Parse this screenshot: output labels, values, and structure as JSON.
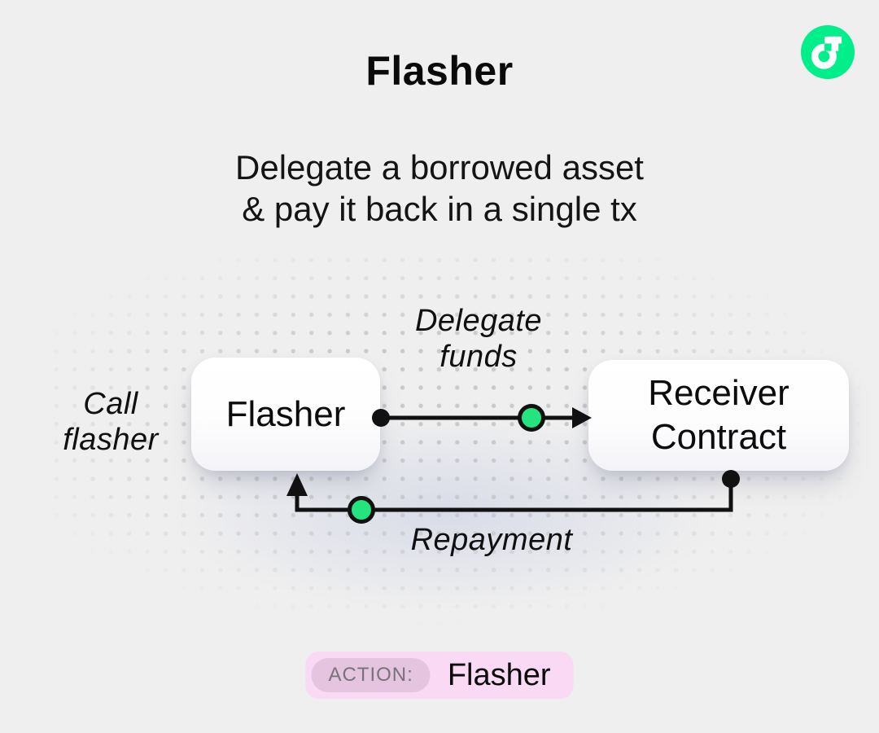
{
  "header": {
    "title": "Flasher"
  },
  "logo": {
    "name": "flow-logo"
  },
  "subtitle": {
    "line1": "Delegate a borrowed asset",
    "line2": "& pay it back in a single tx"
  },
  "diagram": {
    "left_label": {
      "line1": "Call",
      "line2": "flasher"
    },
    "nodes": {
      "flasher": {
        "label": "Flasher"
      },
      "receiver": {
        "line1": "Receiver",
        "line2": "Contract"
      }
    },
    "edges": {
      "delegate": {
        "line1": "Delegate",
        "line2": "funds"
      },
      "repayment": {
        "label": "Repayment"
      }
    }
  },
  "action_badge": {
    "label": "ACTION:",
    "value": "Flasher"
  },
  "colors": {
    "background": "#EFEFEF",
    "flow_green": "#00EF8B",
    "marker_green": "#24E47F",
    "line_black": "#111111",
    "badge_outer": "#F9D9F4",
    "badge_inner": "#E5C4E0",
    "badge_label_text": "#78737A",
    "dot_grid": "#C9C9CC"
  }
}
